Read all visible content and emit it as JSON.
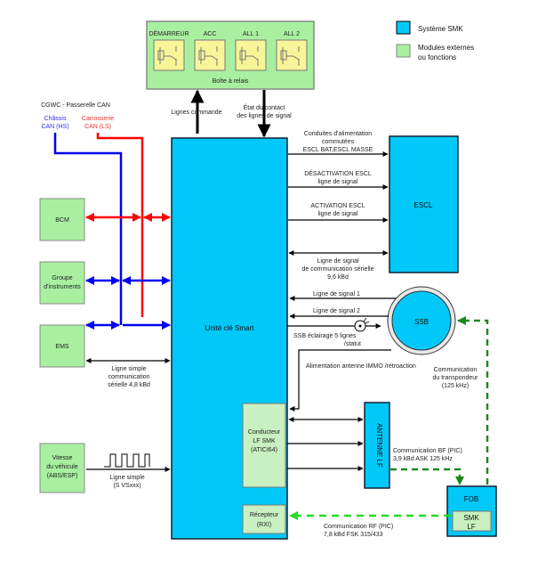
{
  "legend": {
    "items": [
      {
        "label": "Système SMK",
        "color": "#00c8f8"
      },
      {
        "label_line1": "Modules externes",
        "label_line2": "ou fonctions",
        "color": "#a8f0a0"
      }
    ]
  },
  "relay_box": {
    "title": "Boîte à relais",
    "relays": [
      "DÉMARREUR",
      "ACC",
      "ALL 1",
      "ALL 2"
    ]
  },
  "gateway": {
    "title": "CGWC - Passerelle CAN",
    "chassis": {
      "line1": "Châssis",
      "line2": "CAN (HS)",
      "color": "#0000ee"
    },
    "body": {
      "line1": "Carrosserie",
      "line2": "CAN (LS)",
      "color": "#ff0000"
    }
  },
  "top_labels": {
    "command_lines": "Lignes commande",
    "contact_state_line1": "État du contact",
    "contact_state_line2": "des lignes de signal"
  },
  "modules": {
    "bcm": "BCM",
    "cluster_line1": "Groupe",
    "cluster_line2": "d'instruments",
    "ems": "EMS",
    "speed_line1": "Vitesse",
    "speed_line2": "du véhicule",
    "speed_line3": "(ABS/ESP)"
  },
  "left_links": {
    "ems_serial_line1": "Ligne simple",
    "ems_serial_line2": "communication",
    "ems_serial_line3": "sérielle 4,8 kBd",
    "speed_line1": "Ligne simple",
    "speed_line2": "(S VSxxx)"
  },
  "smart_unit": {
    "title": "Unité clé Smart",
    "lf_driver_line1": "Conducteur",
    "lf_driver_line2": "LF SMK",
    "lf_driver_line3": "(ATICI64)",
    "receiver_line1": "Récepteur",
    "receiver_line2": "(RXI)"
  },
  "escl": {
    "title": "ESCL",
    "power_line1": "Conduites d'alimentation",
    "power_line2": "commutées",
    "power_line3": "ESCL BAT,ESCL MASSE",
    "deact_line1": "DÉSACTIVATION ESCL",
    "deact_line2": "ligne de signal",
    "act_line1": "ACTIVATION ESCL",
    "act_line2": "ligne de signal",
    "serial_line1": "Ligne de signal",
    "serial_line2": "de communication sérielle",
    "serial_line3": "9,6 kBd"
  },
  "ssb": {
    "title": "SSB",
    "signal1": "Ligne de signal 1",
    "signal2": "Ligne de signal 2",
    "lighting_line1": "SSB éclairage 5 lignes",
    "lighting_line2": "/statut",
    "immo_power": "Alimentation antenne IMMO /rétroaction",
    "transponder_line1": "Communication",
    "transponder_line2": "du transpondeur",
    "transponder_line3": "(125 kHz)"
  },
  "antenna": {
    "title": "ANTENNE LF",
    "lf_comm_line1": "Communication BF (PIC)",
    "lf_comm_line2": "3,9 kBd ASK 125 kHz"
  },
  "fob": {
    "title": "FOB",
    "inner_line1": "SMK",
    "inner_line2": "LF",
    "rf_comm_line1": "Communication RF (PIC)",
    "rf_comm_line2": "7,8 kBd FSK 315/433"
  },
  "colors": {
    "smk_blue": "#00c8f8",
    "module_green": "#a8f0a0",
    "relay_yellow": "#f8f498",
    "can_hs": "#0000ee",
    "can_ls": "#ff0000",
    "lf_dashed": "#1a8a1a",
    "rf_dashed": "#22dd22"
  }
}
